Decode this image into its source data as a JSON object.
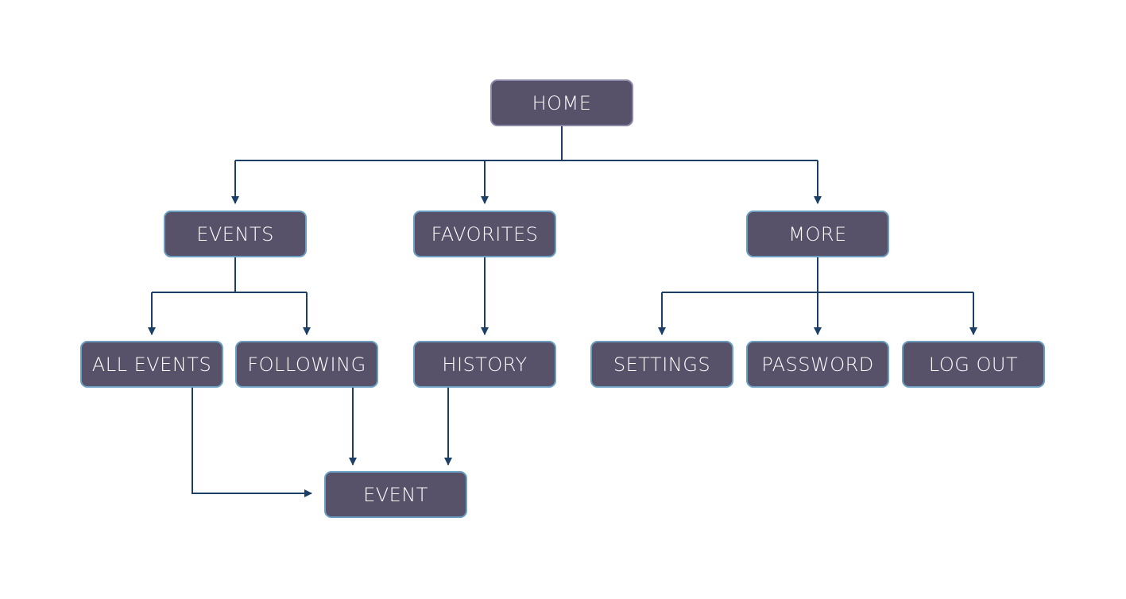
{
  "theme": {
    "node_fill": "#575169",
    "node_border": "#6a9fc2",
    "root_border": "#8b87a8",
    "connector_color": "#1c3f68",
    "text_color": "#ffffff",
    "background": "#ffffff"
  },
  "nodes": {
    "home": {
      "label": "HOME"
    },
    "events": {
      "label": "EVENTS"
    },
    "favorites": {
      "label": "FAVORITES"
    },
    "more": {
      "label": "MORE"
    },
    "all_events": {
      "label": "ALL EVENTS"
    },
    "following": {
      "label": "FOLLOWING"
    },
    "history": {
      "label": "HISTORY"
    },
    "settings": {
      "label": "SETTINGS"
    },
    "password": {
      "label": "PASSWORD"
    },
    "log_out": {
      "label": "LOG OUT"
    },
    "event": {
      "label": "EVENT"
    }
  },
  "edges": [
    {
      "from": "home",
      "to": "events"
    },
    {
      "from": "home",
      "to": "favorites"
    },
    {
      "from": "home",
      "to": "more"
    },
    {
      "from": "events",
      "to": "all_events"
    },
    {
      "from": "events",
      "to": "following"
    },
    {
      "from": "favorites",
      "to": "history"
    },
    {
      "from": "more",
      "to": "settings"
    },
    {
      "from": "more",
      "to": "password"
    },
    {
      "from": "more",
      "to": "log_out"
    },
    {
      "from": "all_events",
      "to": "event"
    },
    {
      "from": "following",
      "to": "event"
    },
    {
      "from": "history",
      "to": "event"
    }
  ]
}
